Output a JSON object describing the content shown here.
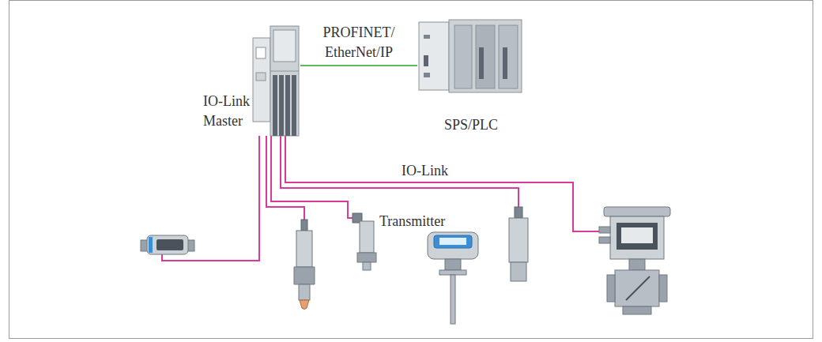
{
  "diagram": {
    "nodes": [
      {
        "text": [
          "IO-Link Master"
        ]
      },
      {
        "text": [
          "SPS/PLC"
        ]
      },
      {
        "text": [
          "Transmitter"
        ]
      }
    ],
    "edges": [
      {
        "from": 0,
        "to": 1,
        "arrow": "none",
        "label": "PROFINET/ EtherNet/IP"
      },
      {
        "from": 0,
        "to": 2,
        "arrow": "none"
      }
    ],
    "labels": [
      "IO-Link"
    ]
  }
}
